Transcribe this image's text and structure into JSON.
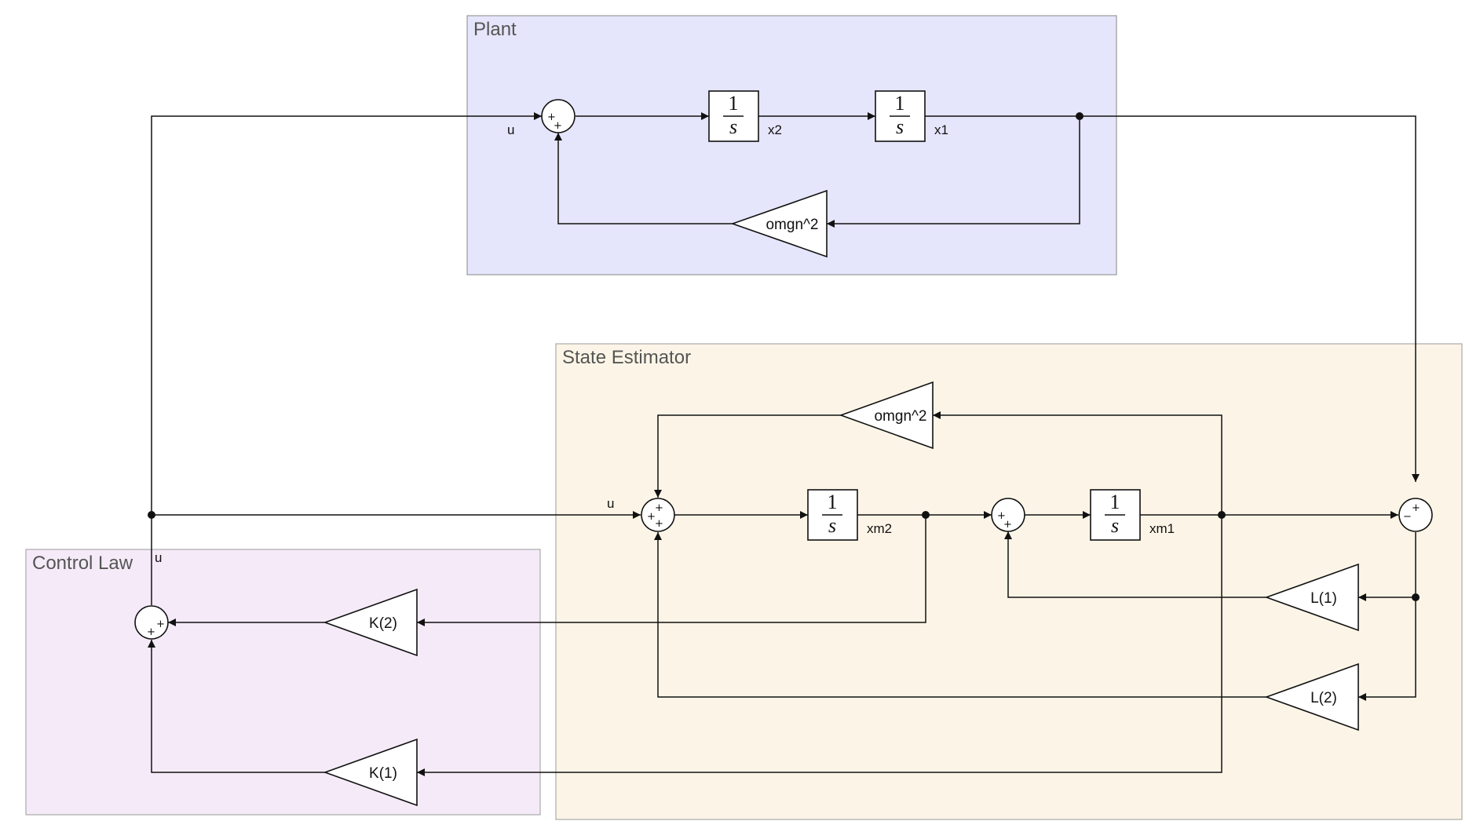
{
  "areas": {
    "plant": "Plant",
    "estimator": "State Estimator",
    "control": "Control Law"
  },
  "colors": {
    "plant_fill": "#e5e5fb",
    "estimator_fill": "#fcf5e7",
    "control_fill": "#f5eaf8",
    "line": "#111111"
  },
  "signals": {
    "u_plant": "u",
    "x2": "x2",
    "x1": "x1",
    "u_estimator": "u",
    "u_control": "u",
    "xm2": "xm2",
    "xm1": "xm1"
  },
  "gains": {
    "plant_omgn": "omgn^2",
    "est_omgn": "omgn^2",
    "l1": "L(1)",
    "l2": "L(2)",
    "k2": "K(2)",
    "k1": "K(1)"
  },
  "integrator": {
    "numerator": "1",
    "denominator": "s"
  },
  "signs": {
    "plant_sum": [
      "+",
      "+"
    ],
    "est_sum_main": [
      "+",
      "+",
      "+"
    ],
    "est_sum_mid": [
      "+",
      "+"
    ],
    "error_sum": [
      "+",
      "−"
    ],
    "control_sum": [
      "+",
      "+"
    ]
  }
}
